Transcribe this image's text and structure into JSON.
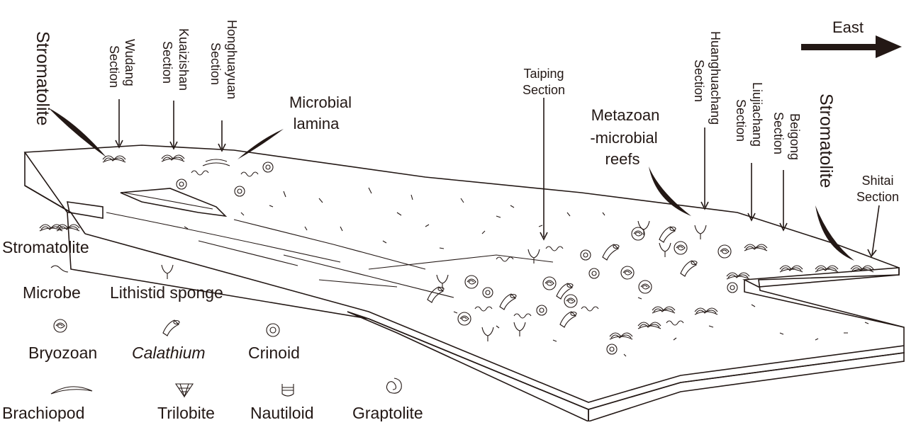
{
  "direction": {
    "label": "East"
  },
  "callouts": {
    "stromatolite_left": "Stromatolite",
    "stromatolite_right": "Stromatolite",
    "microbial_lamina": [
      "Microbial",
      "lamina"
    ],
    "metazoan_reefs": [
      "Metazoan",
      "-microbial",
      "reefs"
    ]
  },
  "sections": {
    "wudang": [
      "Wudang",
      "Section"
    ],
    "kuaizishan": [
      "Kuaizishan",
      "Section"
    ],
    "honghuayuan": [
      "Honghuayuan",
      "Section"
    ],
    "taiping": [
      "Taiping",
      "Section"
    ],
    "huanghuachang": [
      "Huanghuachang",
      "Section"
    ],
    "liujiachang": [
      "Liujiachang",
      "Section"
    ],
    "beigong": [
      "Beigong",
      "Section"
    ],
    "shitai": [
      "Shitai",
      "Section"
    ]
  },
  "legend": {
    "stromatolite": "Stromatolite",
    "microbe": "Microbe",
    "lithistid_sponge": "Lithistid sponge",
    "bryozoan": "Bryozoan",
    "calathium": "Calathium",
    "crinoid": "Crinoid",
    "brachiopod": "Brachiopod",
    "trilobite": "Trilobite",
    "nautiloid": "Nautiloid",
    "graptolite": "Graptolite"
  },
  "icons": [
    "stromatolite-icon",
    "microbe-icon",
    "lithistid-sponge-icon",
    "bryozoan-icon",
    "calathium-icon",
    "crinoid-icon",
    "brachiopod-icon",
    "trilobite-icon",
    "nautiloid-icon",
    "graptolite-icon"
  ]
}
